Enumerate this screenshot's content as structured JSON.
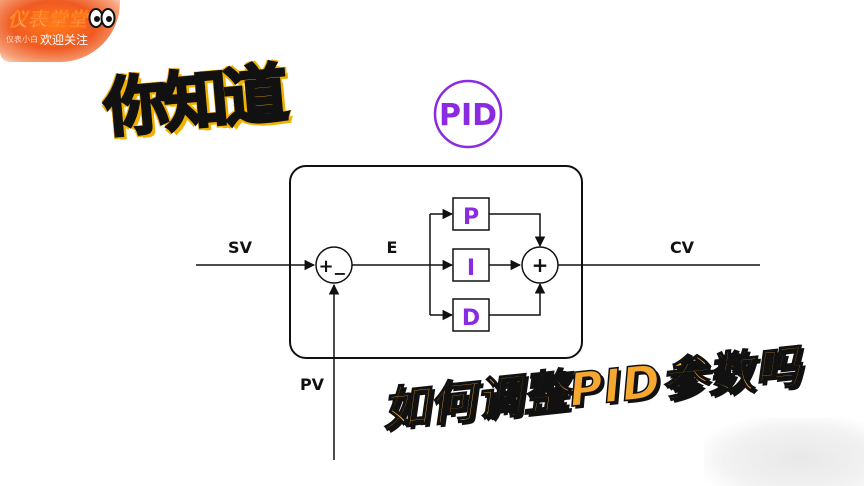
{
  "logo": {
    "title": "仪表堂堂",
    "small_text": "仪表小白",
    "subtitle": "欢迎关注",
    "brand_color": "#f05a22"
  },
  "headline": {
    "text": "你知道",
    "fill_color": "#111111",
    "outline_color": "#f2b000"
  },
  "caption": {
    "text": "如何调整PID参数吗",
    "fill_color": "#f5a830"
  },
  "diagram": {
    "badge": "PID",
    "accent_color": "#8a2be2",
    "inputs": {
      "setpoint": "SV",
      "error": "E",
      "output": "CV",
      "feedback": "PV"
    },
    "summing_junction": {
      "plus": "+",
      "minus": "−"
    },
    "blocks": [
      "P",
      "I",
      "D"
    ],
    "output_sum": "+"
  }
}
